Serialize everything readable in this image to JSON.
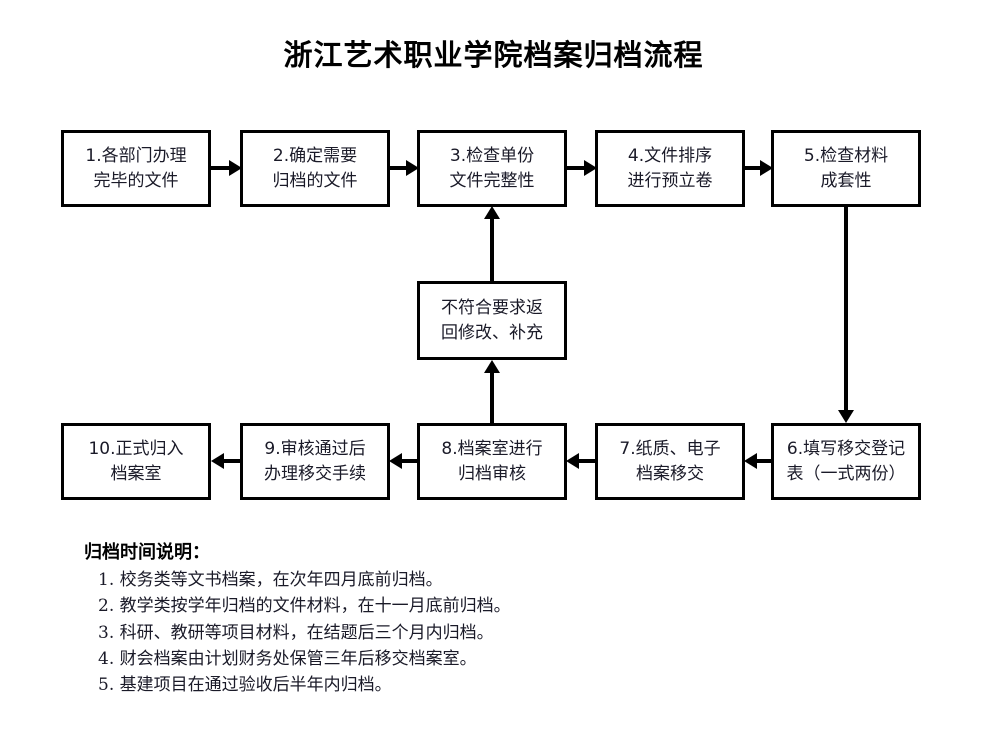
{
  "title": "浙江艺术职业学院档案归档流程",
  "flowchart": {
    "top_row": [
      {
        "id": "step-1",
        "text": "1.各部门办理\n完毕的文件"
      },
      {
        "id": "step-2",
        "text": "2.确定需要\n归档的文件"
      },
      {
        "id": "step-3",
        "text": "3.检查单份\n文件完整性"
      },
      {
        "id": "step-4",
        "text": "4.文件排序\n进行预立卷"
      },
      {
        "id": "step-5",
        "text": "5.检查材料\n成套性"
      }
    ],
    "middle_node": {
      "id": "reject-node",
      "text": "不符合要求返\n回修改、补充"
    },
    "bottom_row": [
      {
        "id": "step-10",
        "text": "10.正式归入\n档案室"
      },
      {
        "id": "step-9",
        "text": "9.审核通过后\n办理移交手续"
      },
      {
        "id": "step-8",
        "text": "8.档案室进行\n归档审核"
      },
      {
        "id": "step-7",
        "text": "7.纸质、电子\n档案移交"
      },
      {
        "id": "step-6",
        "text": "6.填写移交登记\n表（一式两份）"
      }
    ]
  },
  "notes": {
    "heading": "归档时间说明：",
    "items": [
      {
        "num": "1.",
        "text": "校务类等文书档案，在次年四月底前归档。"
      },
      {
        "num": "2.",
        "text": "教学类按学年归档的文件材料，在十一月底前归档。"
      },
      {
        "num": "3.",
        "text": "科研、教研等项目材料，在结题后三个月内归档。"
      },
      {
        "num": "4.",
        "text": "财会档案由计划财务处保管三年后移交档案室。"
      },
      {
        "num": "5.",
        "text": "基建项目在通过验收后半年内归档。"
      }
    ]
  },
  "colors": {
    "border": "#000000",
    "text": "#1a1a28",
    "background": "#ffffff"
  }
}
